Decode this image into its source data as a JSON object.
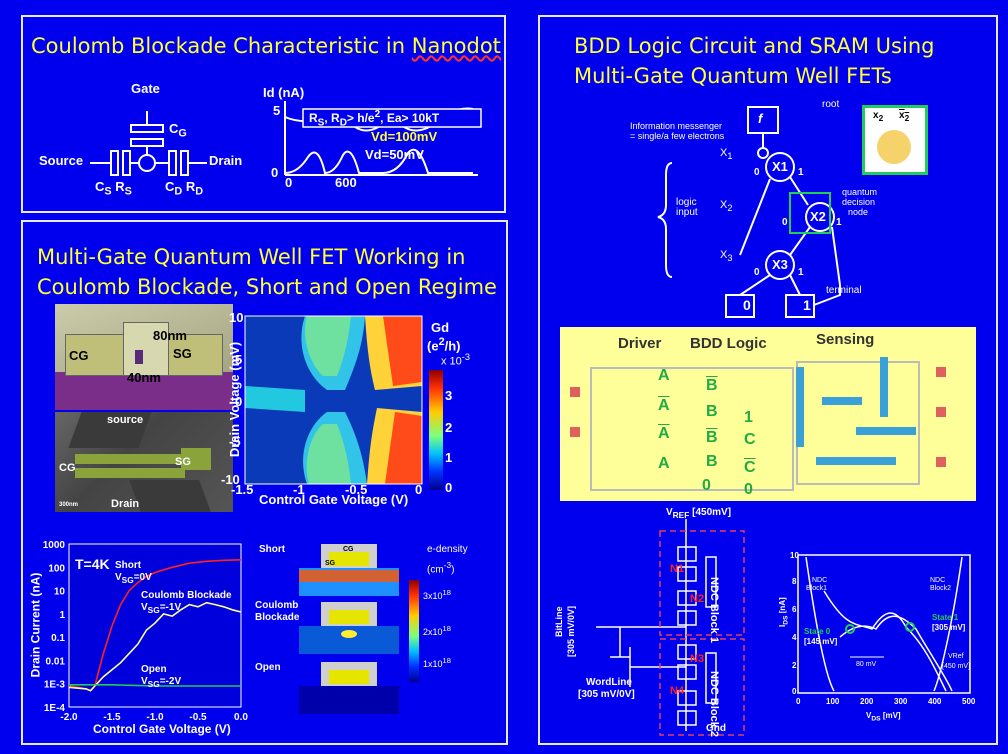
{
  "panels": {
    "top_left": {
      "title_part1": "Coulomb Blockade Characteristic in ",
      "title_part2": "Nanodot"
    },
    "middle_left": {
      "title_line1": "Multi-Gate Quantum Well FET Working in",
      "title_line2": "Coulomb Blockade, Short and Open Regime"
    },
    "right": {
      "title_line1": "BDD Logic Circuit and SRAM Using",
      "title_line2": "Multi-Gate Quantum Well FETs"
    }
  },
  "nanodot": {
    "gate": "Gate",
    "cg": "C",
    "cg_sub": "G",
    "source": "Source",
    "drain": "Drain",
    "cs": "C",
    "cs_sub": "S",
    "rs": " R",
    "rs_sub": "S",
    "cd": "C",
    "cd_sub": "D",
    "rd": " R",
    "rd_sub": "D",
    "ylabel": "Id (nA)",
    "y_top": "5",
    "y_zero": "0",
    "x_zero": "0",
    "x_600": "600",
    "cond": "R",
    "cond_s": "S",
    "cond_mid": ", R",
    "cond_d": "D",
    "cond_end": "> h/e",
    "cond_sup": "2",
    "cond_tail": ", Ea> 10kT",
    "vd100": "Vd=100mV",
    "vd50": "Vd=50mV"
  },
  "device": {
    "cg": "CG",
    "sg": "SG",
    "nm80": "80nm",
    "nm40": "40nm",
    "source": "source",
    "cg2": "CG",
    "sg2": "SG",
    "drain": "Drain",
    "scalebar": "300nm"
  },
  "gd_chart": {
    "yticks": [
      "10",
      "5",
      "0",
      "-5",
      "-10"
    ],
    "xticks": [
      "-1.5",
      "-1",
      "-0.5",
      "0"
    ],
    "ylabel": "Drain Voltage (mV)",
    "xlabel": "Control Gate Voltage (V)",
    "cb_title1": "Gd",
    "cb_title2": "(e",
    "cb_title2_sup": "2",
    "cb_title2_end": "/h)",
    "cb_scale": "x 10",
    "cb_scale_sup": "-3",
    "cb_ticks": [
      "3",
      "2",
      "1",
      "0"
    ]
  },
  "chart_data": {
    "type": "line",
    "title": "T=4K",
    "xlabel": "Control Gate Voltage (V)",
    "ylabel": "Drain Current (nA)",
    "xlim": [
      -2.0,
      0.0
    ],
    "ylim": [
      0.0001,
      1000
    ],
    "yscale": "log",
    "xticks": [
      "-2.0",
      "-1.5",
      "-1.0",
      "-0.5",
      "0.0"
    ],
    "yticks": [
      "1000",
      "100",
      "10",
      "1",
      "0.1",
      "0.01",
      "1E-3",
      "1E-4"
    ],
    "series": [
      {
        "name": "Short",
        "color": "#ff2020",
        "x": [
          -2.0,
          -1.9,
          -1.8,
          -1.75,
          -1.7,
          -1.6,
          -1.5,
          -1.4,
          -1.3,
          -1.2,
          -1.1,
          -1.0,
          -0.8,
          -0.6,
          -0.4,
          -0.2,
          0.0
        ],
        "y": [
          0.0008,
          0.0007,
          0.0006,
          0.0005,
          0.0008,
          0.02,
          0.3,
          2.5,
          10,
          22,
          40,
          60,
          100,
          150,
          180,
          200,
          210
        ]
      },
      {
        "name": "Coulomb Blockade",
        "color": "#ffff99",
        "x": [
          -2.0,
          -1.8,
          -1.75,
          -1.7,
          -1.6,
          -1.5,
          -1.4,
          -1.3,
          -1.2,
          -1.1,
          -1.0,
          -0.9,
          -0.8,
          -0.7,
          -0.6,
          -0.5,
          -0.4,
          -0.3,
          -0.2,
          -0.1,
          0.0
        ],
        "y": [
          0.0007,
          0.0006,
          0.0005,
          0.0008,
          0.002,
          0.004,
          0.008,
          0.02,
          0.05,
          0.2,
          0.4,
          1.0,
          0.8,
          1.5,
          2.5,
          2.0,
          3.0,
          2.5,
          2.0,
          1.5,
          1.2
        ]
      },
      {
        "name": "Open",
        "color": "#22cc55",
        "x": [
          -2.0,
          -1.5,
          -1.0,
          -0.5,
          0.0
        ],
        "y": [
          0.0009,
          0.0009,
          0.0008,
          0.0008,
          0.0008
        ]
      }
    ]
  },
  "iv_labels": {
    "t4k": "T=4K",
    "short": "Short",
    "short_v": "V",
    "short_vsub": "SG",
    "short_vend": "=0V",
    "cb": "Coulomb Blockade",
    "cb_v": "V",
    "cb_vsub": "SG",
    "cb_vend": "=-1V",
    "open": "Open",
    "open_v": "V",
    "open_vsub": "SG",
    "open_vend": "=-2V"
  },
  "edensity": {
    "short": "Short",
    "cb1": "Coulomb",
    "cb2": "Blockade",
    "open": "Open",
    "title": "e-density",
    "unit": "(cm",
    "unit_sup": "-3",
    "unit_end": ")",
    "cg": "CG",
    "sg": "SG",
    "t3": "3x10",
    "t3s": "18",
    "t2": "2x10",
    "t2s": "18",
    "t1": "1x10",
    "t1s": "18"
  },
  "bdd_tree": {
    "info1": "Information messenger",
    "info2": "= single/a few electrons",
    "f": "f",
    "root": "root",
    "x1": "X",
    "x1s": "1",
    "x2": "X",
    "x2s": "2",
    "x3": "X",
    "x3s": "3",
    "n_x1": "X1",
    "n_x2": "X2",
    "n_x3": "X3",
    "zero": "0",
    "one": "1",
    "logic1": "logic",
    "logic2": "input",
    "qdn1": "quantum",
    "qdn2": "decision",
    "qdn3": "node",
    "terminal": "terminal",
    "t0": "0",
    "t1": "1",
    "inset_x": "x",
    "inset_xs": "2",
    "inset_xb": "x",
    "inset_xbs": "2"
  },
  "bdd_layout": {
    "driver": "Driver",
    "logic": "BDD Logic",
    "sensing": "Sensing",
    "left": [
      "A",
      "A",
      "A",
      "A"
    ],
    "left_bar": [
      false,
      true,
      true,
      false
    ],
    "mid": [
      "B",
      "B",
      "B",
      "B"
    ],
    "mid_bar": [
      true,
      false,
      true,
      false
    ],
    "right": [
      "1",
      "C",
      "C",
      "0"
    ],
    "right_bar": [
      false,
      false,
      true,
      false
    ],
    "mid_zero": "0",
    "right_zero": "0"
  },
  "sram": {
    "vref": "V",
    "vref_sub": "REF",
    "vref_end": " [450mV]",
    "n1": "N1",
    "n2": "N2",
    "n3": "N3",
    "n4": "N4",
    "block1": "NDC Block 1",
    "block2": "NDC Block 2",
    "bitline1": "BitLine",
    "bitline2": "[305 mV/0V]",
    "wordline1": "WordLine",
    "wordline2": "[305 mV/0V]",
    "gnd": "Gnd"
  },
  "ndc_chart": {
    "yticks": [
      "10",
      "8",
      "6",
      "4",
      "2",
      "0"
    ],
    "xticks": [
      "0",
      "100",
      "200",
      "300",
      "400",
      "500"
    ],
    "ylabel": "I",
    "ylabel_sub": "DS",
    "ylabel_end": " [nA]",
    "xlabel": "V",
    "xlabel_sub": "DS",
    "xlabel_end": " [mV]",
    "b1a": "NDC",
    "b1b": "Block1",
    "b2a": "NDC",
    "b2b": "Block2",
    "s0a": "State 0",
    "s0b": "[145 mV]",
    "s1a": "State 1",
    "s1b": "[305 mV]",
    "mv80": "80 mV",
    "vref1": "VRef",
    "vref2": "[450 mV]"
  },
  "colors": {
    "bg": "#0000ee",
    "title": "#ffff33",
    "yellow_panel": "#ffff99",
    "green": "#22cc55",
    "red": "#ff2020"
  }
}
